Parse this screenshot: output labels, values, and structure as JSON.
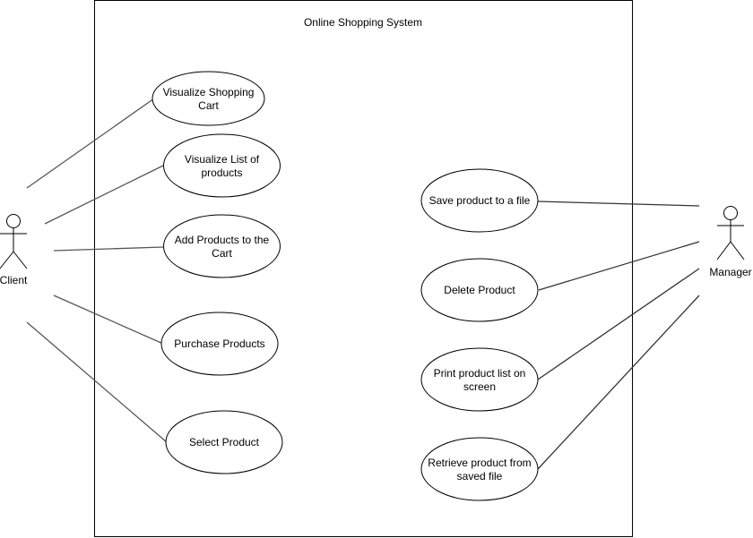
{
  "system": {
    "title": "Online Shopping System"
  },
  "actors": {
    "client": {
      "label": "Client"
    },
    "manager": {
      "label": "Manager"
    }
  },
  "use_cases": {
    "visualize_cart": {
      "lines": [
        "Visualize Shopping",
        "Cart"
      ]
    },
    "visualize_list": {
      "lines": [
        "Visualize List of",
        "products"
      ]
    },
    "add_products": {
      "lines": [
        "Add Products to the",
        "Cart"
      ]
    },
    "purchase_products": {
      "lines": [
        "Purchase Products"
      ]
    },
    "select_product": {
      "lines": [
        "Select Product"
      ]
    },
    "save_product": {
      "lines": [
        "Save product to a file"
      ]
    },
    "delete_product": {
      "lines": [
        "Delete Product"
      ]
    },
    "print_list": {
      "lines": [
        "Print product list on",
        "screen"
      ]
    },
    "retrieve_product": {
      "lines": [
        "Retrieve product from",
        "saved file"
      ]
    }
  },
  "associations": [
    {
      "actor": "client",
      "use_case": "visualize_cart"
    },
    {
      "actor": "client",
      "use_case": "visualize_list"
    },
    {
      "actor": "client",
      "use_case": "add_products"
    },
    {
      "actor": "client",
      "use_case": "purchase_products"
    },
    {
      "actor": "client",
      "use_case": "select_product"
    },
    {
      "actor": "manager",
      "use_case": "save_product"
    },
    {
      "actor": "manager",
      "use_case": "delete_product"
    },
    {
      "actor": "manager",
      "use_case": "print_list"
    },
    {
      "actor": "manager",
      "use_case": "retrieve_product"
    }
  ],
  "colors": {
    "stroke": "#000000",
    "association_line": "#555555",
    "background": "#ffffff"
  }
}
